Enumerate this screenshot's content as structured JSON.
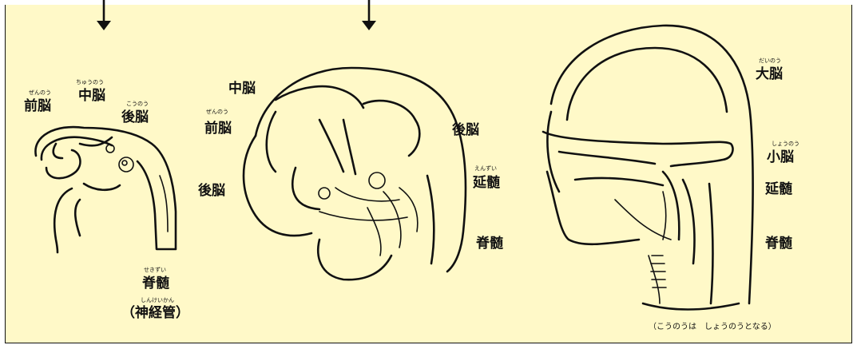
{
  "stage1": {
    "forebrain": {
      "ruby": "ぜんのう",
      "label": "前脳"
    },
    "midbrain": {
      "ruby": "ちゅうのう",
      "label": "中脳"
    },
    "hindbrain": {
      "ruby": "こうのう",
      "label": "後脳"
    },
    "spinal_cord": {
      "ruby": "せきずい",
      "label": "脊髄",
      "note_ruby": "しんけいかん",
      "note": "（神経管）"
    }
  },
  "stage2": {
    "midbrain": {
      "label": "中脳"
    },
    "forebrain": {
      "ruby": "ぜんのう",
      "label": "前脳"
    },
    "hindbrain": {
      "label": "後脳"
    },
    "afterbrain": {
      "label": "後脳"
    },
    "medulla": {
      "ruby": "えんずい",
      "label": "延髄"
    },
    "spinal_cord": {
      "label": "脊髄"
    }
  },
  "stage3": {
    "cerebrum": {
      "ruby": "だいのう",
      "label": "大脳"
    },
    "cerebellum": {
      "ruby": "しょうのう",
      "label": "小脳"
    },
    "medulla": {
      "label": "延髄"
    },
    "spinal_cord": {
      "label": "脊髄"
    },
    "caption": "（こうのうは　しょうのうとなる）"
  },
  "arrows": [
    "down-arrow",
    "down-arrow"
  ]
}
